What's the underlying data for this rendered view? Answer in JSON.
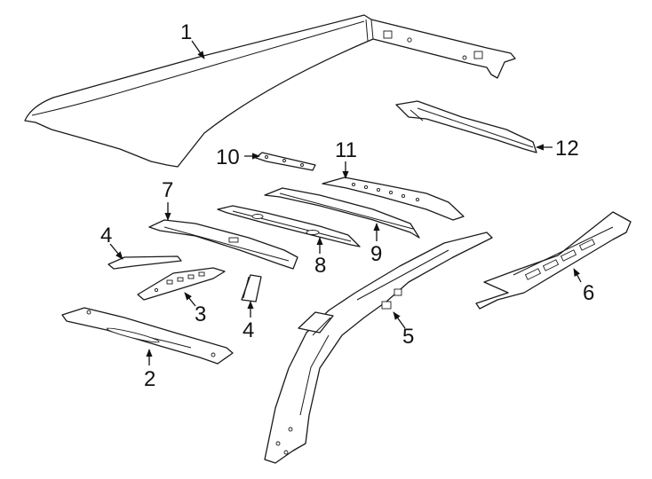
{
  "callouts": [
    {
      "id": "c1",
      "number": "1"
    },
    {
      "id": "c2",
      "number": "2"
    },
    {
      "id": "c3",
      "number": "3"
    },
    {
      "id": "c4a",
      "number": "4"
    },
    {
      "id": "c4b",
      "number": "4"
    },
    {
      "id": "c5",
      "number": "5"
    },
    {
      "id": "c6",
      "number": "6"
    },
    {
      "id": "c7",
      "number": "7"
    },
    {
      "id": "c8",
      "number": "8"
    },
    {
      "id": "c9",
      "number": "9"
    },
    {
      "id": "c10",
      "number": "10"
    },
    {
      "id": "c11",
      "number": "11"
    },
    {
      "id": "c12",
      "number": "12"
    }
  ],
  "colors": {
    "line": "#1a1a1a",
    "background": "#ffffff"
  }
}
